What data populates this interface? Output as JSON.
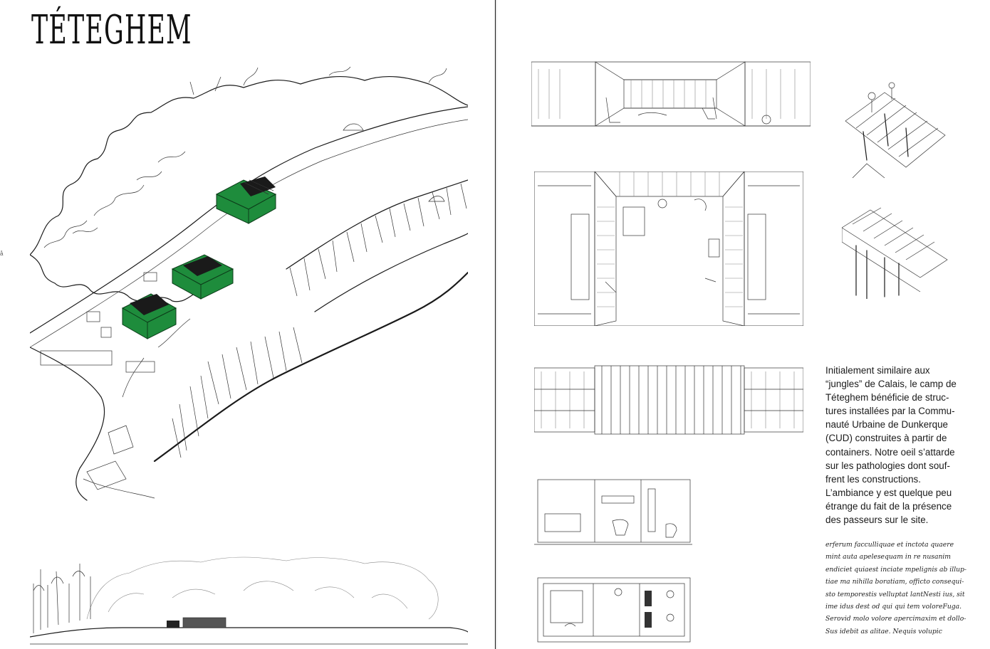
{
  "title": "TÉTEGHEM",
  "margin_mark": "å",
  "body_lines": [
    "Initialement similaire aux",
    "“jungles” de Calais, le camp de",
    "Téteghem bénéficie de struc-",
    "tures installées par la Commu-",
    "nauté Urbaine de Dunkerque",
    "(CUD) construites à partir de",
    "containers. Notre oeil s’attarde",
    "sur les pathologies dont souf-",
    "frent les constructions.",
    "L’ambiance y est quelque peu",
    "étrange du fait de la présence",
    "des passeurs sur le site."
  ],
  "caption_lines": [
    "erferum facculliquae et inctota quaere",
    "mint auta apelesequam in re nusanim",
    "endiciet quiaest inciate mpelignis ab illup-",
    "tiae ma nihilla boratiam, officto consequi-",
    "sto temporestis velluptat lantNesti ius, sit",
    "ime idus dest od qui qui tem voloreFuga.",
    "Serovid molo volore apercimaxim et dollo-",
    "Sus idebit as alitae. Nequis volupic"
  ],
  "colors": {
    "container_green": "#1e8c3c",
    "ink": "#1a1a1a",
    "gutter": "#ececec"
  },
  "drawings": {
    "aerial": "aerial-camp-sketch",
    "section": "site-section-sketch",
    "perspective": "container-interior-perspective",
    "plan": "container-interior-plan",
    "elevation": "container-elevation",
    "section_small_1": "sanitary-section",
    "plan_small": "sanitary-plan",
    "detail_1": "roof-joint-detail",
    "detail_2": "roof-edge-detail"
  }
}
